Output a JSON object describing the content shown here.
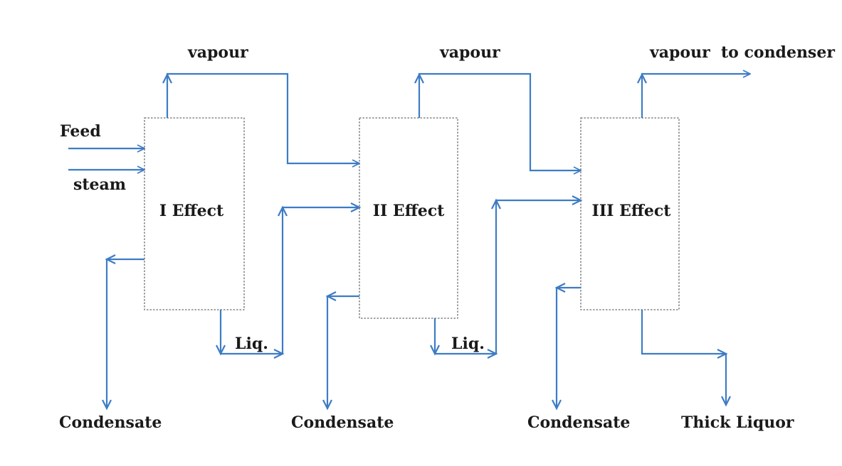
{
  "colors": {
    "flow_line": "#3d7cc4",
    "effect_border": "#6d6d6d",
    "text": "#1a1a1a",
    "background": "#ffffff"
  },
  "effects": [
    {
      "label": "I Effect"
    },
    {
      "label": "II Effect"
    },
    {
      "label": "III Effect"
    }
  ],
  "inputs": {
    "feed": "Feed",
    "steam": "steam"
  },
  "vapour_labels": [
    "vapour",
    "vapour",
    "vapour  to condenser"
  ],
  "liquid_labels": [
    "Liq.",
    "Liq."
  ],
  "condensate_labels": [
    "Condensate",
    "Condensate",
    "Condensate"
  ],
  "product_label": "Thick Liquor"
}
